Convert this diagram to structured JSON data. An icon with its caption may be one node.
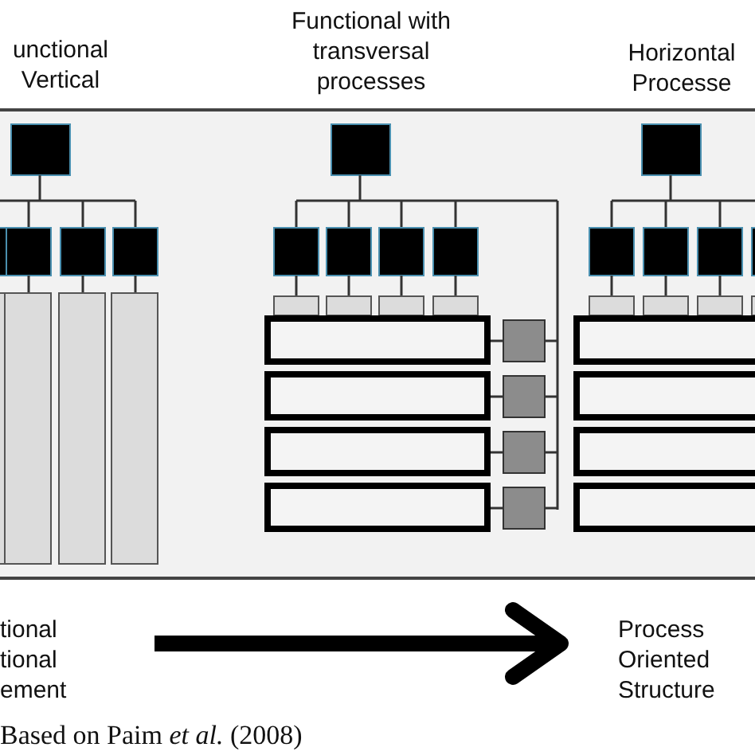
{
  "diagram": {
    "caption": "Based on Paim *et al.* (2008)",
    "nodes": [
      {
        "text": [
          "tional tional ement"
        ]
      },
      {
        "text": [
          "Process Oriented Structure"
        ]
      }
    ],
    "edges": [
      {
        "from": 0,
        "to": 1,
        "arrow": "to"
      }
    ],
    "labels": [
      "unctional Vertical",
      "Functional with transversal processes",
      "Horizontal Processe"
    ]
  }
}
